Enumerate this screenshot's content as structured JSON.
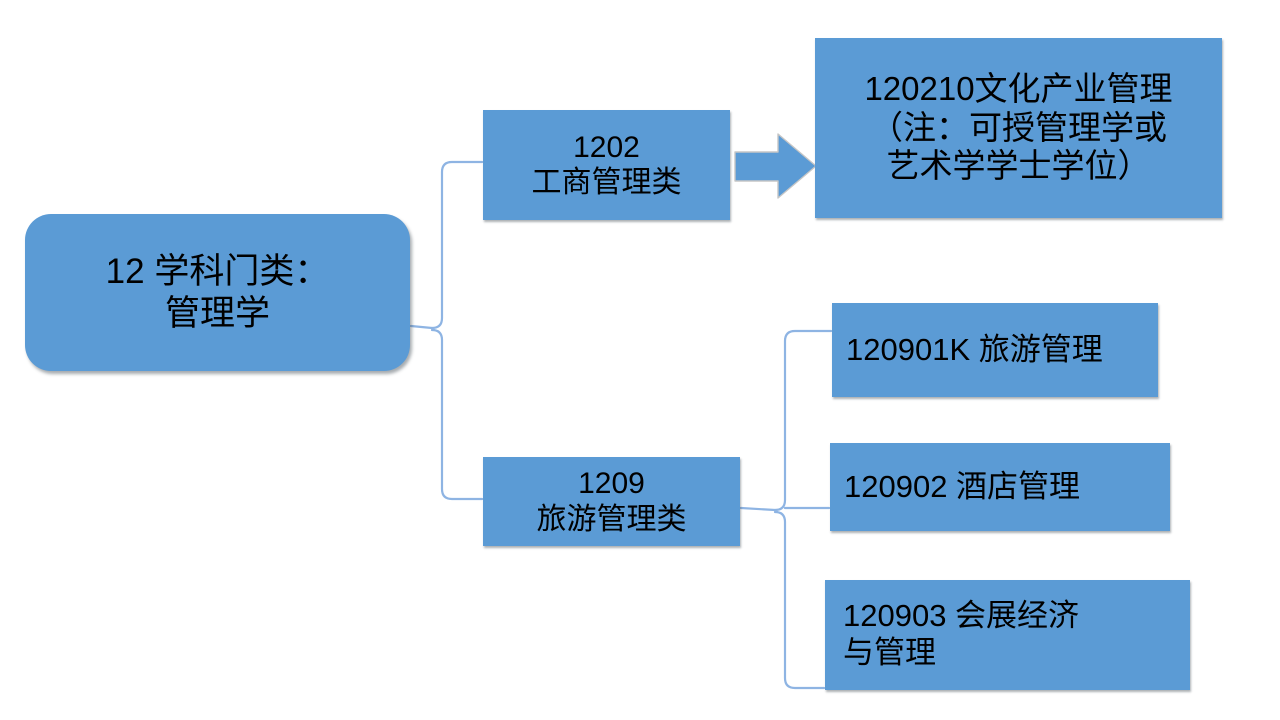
{
  "diagram": {
    "title_text": "12 学科门类：管理学",
    "theme": {
      "node_fill": "#5B9BD5",
      "text_color": "#000000",
      "connector_color": "#8EB4E3",
      "arrow_fill": "#5B9BD5",
      "arrow_stroke": "#BFBFBF",
      "background": "#FFFFFF"
    },
    "nodes": {
      "root": {
        "line1": "12 学科门类：",
        "line2": "管理学"
      },
      "category_1202": {
        "code": "1202",
        "name": "工商管理类"
      },
      "category_1209": {
        "code": "1209",
        "name": "旅游管理类"
      },
      "major_120210": {
        "line1": "120210文化产业管理",
        "line2": "（注：可授管理学或",
        "line3": "艺术学学士学位）"
      },
      "major_120901K": {
        "line1": "120901K 旅游管理"
      },
      "major_120902": {
        "line1": "120902 酒店管理"
      },
      "major_120903": {
        "line1": "120903 会展经济",
        "line2": "与管理"
      }
    },
    "connectors": {
      "root_brace_label": "root-to-categories-brace",
      "category_brace_label": "category-1209-to-majors-brace",
      "arrow_label": "right-block-arrow-1202-to-120210"
    }
  }
}
